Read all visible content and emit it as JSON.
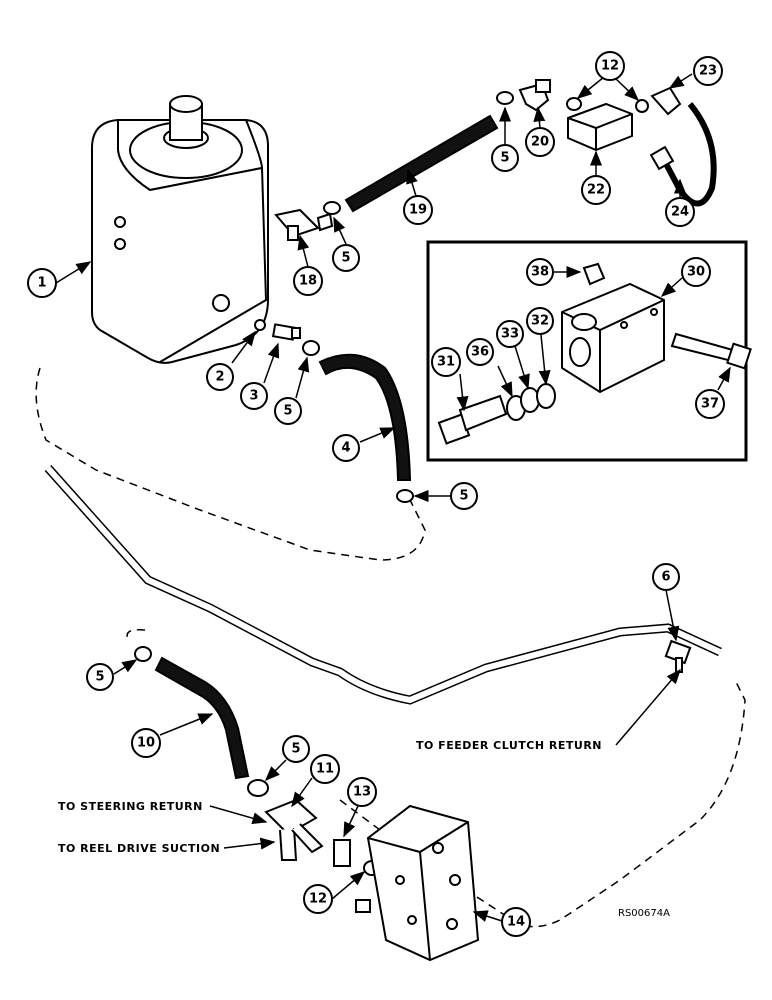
{
  "callouts": [
    "1",
    "2",
    "3",
    "4",
    "5",
    "6",
    "10",
    "11",
    "12",
    "13",
    "14",
    "18",
    "19",
    "20",
    "22",
    "23",
    "24",
    "30",
    "31",
    "32",
    "33",
    "36",
    "37",
    "38"
  ],
  "notes": {
    "feeder": "TO FEEDER CLUTCH RETURN",
    "steering": "TO STEERING RETURN",
    "reel": "TO REEL DRIVE SUCTION"
  },
  "reference": "RS00674A"
}
